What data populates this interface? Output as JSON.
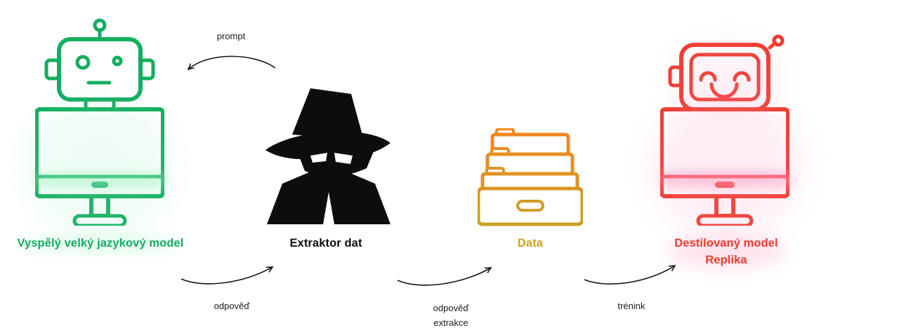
{
  "nodes": [
    {
      "id": "llm",
      "label": "Vyspělý velký jazykový model",
      "color": "#13ad5f",
      "icon": "robot-monitor-icon"
    },
    {
      "id": "extractor",
      "label": "Extraktor dat",
      "color": "#0d0d0d",
      "icon": "spy-icon"
    },
    {
      "id": "data",
      "label": "Data",
      "color": "#cfa11d",
      "icon": "folder-box-icon"
    },
    {
      "id": "replica",
      "label": "Destilovaný model",
      "label2": "Replika",
      "color": "#ef3a2c",
      "icon": "happy-robot-monitor-icon"
    }
  ],
  "arrows": [
    {
      "id": "prompt",
      "label": "prompt"
    },
    {
      "id": "response",
      "label": "odpověď"
    },
    {
      "id": "extraction",
      "label": "odpověď",
      "label2": "extrakce"
    },
    {
      "id": "training",
      "label": "trénink"
    }
  ],
  "colors": {
    "green": "#13ad5f",
    "black": "#0d0d0d",
    "orange": "#f5861f",
    "gold": "#c9a227",
    "red": "#ef3a2c",
    "green_glow": "#9cf0c0",
    "pink_glow": "#ff9dc4",
    "arrow": "#141414"
  }
}
